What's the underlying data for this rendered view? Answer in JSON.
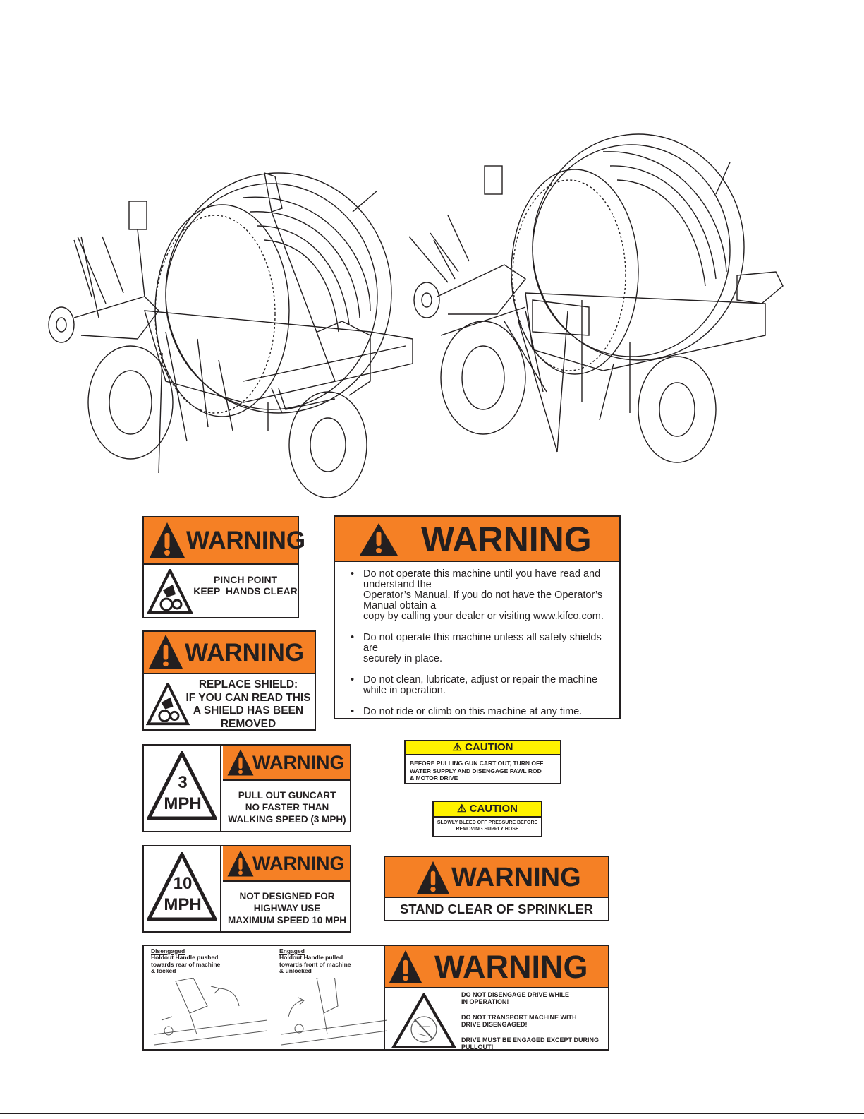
{
  "figure": {
    "left_illustration": "left-reel-cart",
    "right_illustration": "right-reel-cart"
  },
  "decals": {
    "pinch_point": {
      "header": "WARNING",
      "line1": "PINCH POINT",
      "line2": "KEEP  HANDS CLEAR",
      "header_icon": "exclamation-triangle-icon",
      "pictogram": "hand-gear-icon"
    },
    "replace_shield": {
      "header": "WARNING",
      "lines": [
        "REPLACE SHIELD:",
        "IF YOU CAN READ THIS",
        "A SHIELD HAS BEEN",
        "REMOVED"
      ],
      "pictogram": "hand-gear-icon"
    },
    "main_warning": {
      "header": "WARNING",
      "bullets": [
        "Do not operate this machine until you have read and\nunderstand the\nOperator’s Manual. If you do not have the Operator’s\nManual obtain a\ncopy by calling your dealer or visiting www.kifco.com.",
        "Do not operate this machine unless all safety shields are\nsecurely in place.",
        "Do not clean, lubricate, adjust or repair the machine\nwhile in operation.",
        "Do not ride or climb on this machine at any time."
      ]
    },
    "speed_3": {
      "sign_top": "3",
      "sign_bottom": "MPH",
      "header": "WARNING",
      "lines": [
        "PULL OUT GUNCART",
        "NO FASTER THAN",
        "WALKING SPEED (3 MPH)"
      ]
    },
    "speed_10": {
      "sign_top": "10",
      "sign_bottom": "MPH",
      "header": "WARNING",
      "lines": [
        "NOT DESIGNED FOR",
        "HIGHWAY USE",
        "MAXIMUM SPEED 10 MPH"
      ]
    },
    "caution_1": {
      "header": "CAUTION",
      "lines": [
        "BEFORE PULLING GUN CART OUT, TURN OFF",
        "WATER SUPPLY AND DISENGAGE PAWL ROD",
        "& MOTOR DRIVE"
      ]
    },
    "caution_2": {
      "header": "CAUTION",
      "lines": [
        "SLOWLY BLEED OFF PRESSURE BEFORE",
        "REMOVING SUPPLY HOSE"
      ]
    },
    "stand_clear": {
      "header": "WARNING",
      "text": "STAND CLEAR OF SPRINKLER"
    },
    "drive": {
      "disengaged_title": "Disengaged",
      "disengaged_lines": [
        "Holdout Handle pushed",
        "towards rear of machine",
        "& locked"
      ],
      "engaged_title": "Engaged",
      "engaged_lines": [
        "Holdout Handle pulled",
        "towards front of machine",
        "& unlocked"
      ],
      "header": "WARNING",
      "lines": [
        "DO NOT DISENGAGE DRIVE WHILE",
        "IN OPERATION!",
        "",
        "DO NOT TRANSPORT MACHINE WITH",
        "DRIVE DISENGAGED!",
        "",
        "DRIVE MUST BE ENGAGED EXCEPT DURING",
        "PULLOUT!"
      ]
    }
  }
}
